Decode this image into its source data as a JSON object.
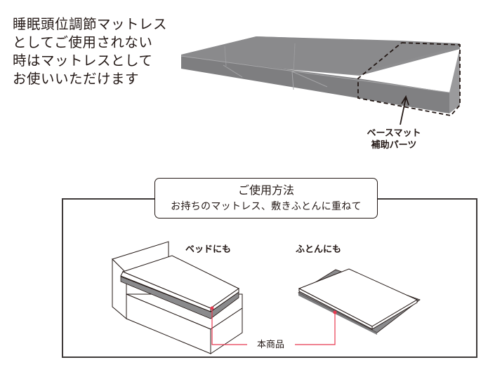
{
  "intro": {
    "lines": [
      "睡眠頭位調節マットレス",
      "としてご使用されない",
      "時はマットレスとして",
      "お使いいただけます"
    ]
  },
  "top_figure": {
    "subject": "folding-mattress",
    "highlighted_part_style": "dashed-outline",
    "callout": {
      "line1": "ベースマット",
      "line2": "補助パーツ"
    }
  },
  "usage": {
    "title": "ご使用方法",
    "subtitle": "お持ちのマットレス、敷きふとんに重ねて",
    "examples": [
      {
        "label": "ベッドにも",
        "illustration": "bed-with-mattress"
      },
      {
        "label": "ふとんにも",
        "illustration": "futon-with-mattress"
      }
    ],
    "product_label": "本商品"
  },
  "colors": {
    "text": "#231815",
    "mattress_gray": "#8a8a8c",
    "mattress_side": "#7c7c7e",
    "pointer_red": "#e8384f",
    "frame": "#3e3a39"
  }
}
